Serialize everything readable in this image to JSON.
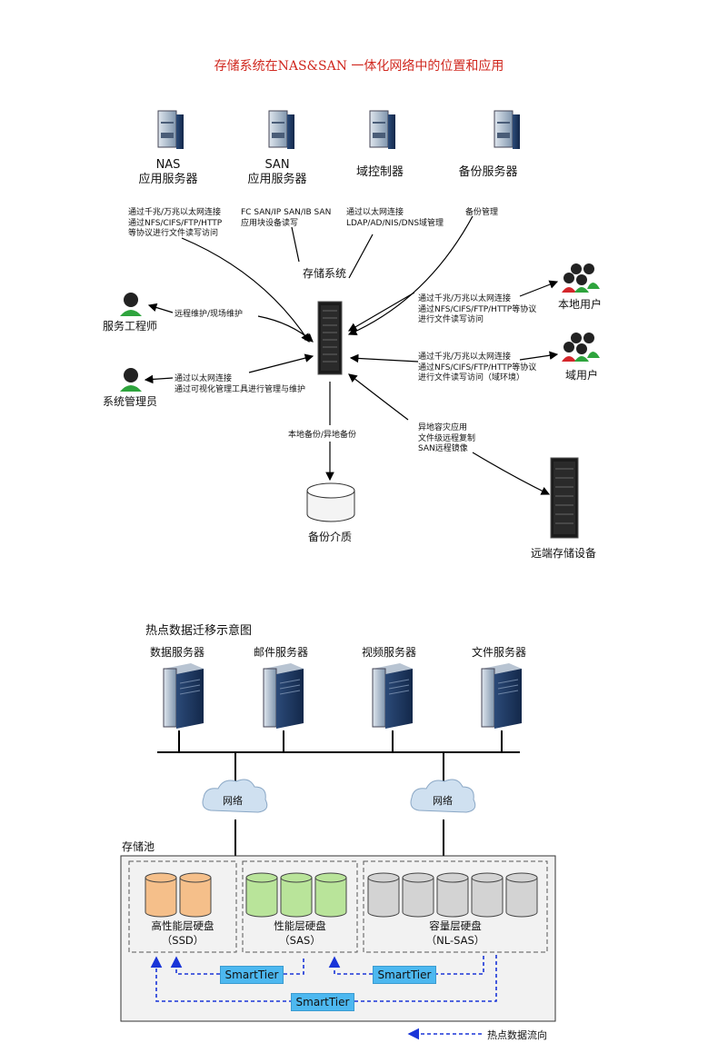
{
  "top": {
    "title": "存储系统在NAS&SAN 一体化网络中的位置和应用",
    "servers": [
      {
        "line1": "NAS",
        "line2": "应用服务器"
      },
      {
        "line1": "SAN",
        "line2": "应用服务器"
      },
      {
        "line1": "",
        "line2": "域控制器"
      },
      {
        "line1": "",
        "line2": "备份服务器"
      }
    ],
    "server_notes": [
      [
        "通过千兆/万兆以太网连接",
        "通过NFS/CIFS/FTP/HTTP",
        "等协议进行文件读写访问"
      ],
      [
        "FC SAN/IP SAN/IB SAN",
        "应用块设备读写"
      ],
      [
        "通过以太网连接",
        "LDAP/AD/NIS/DNS域管理"
      ],
      [
        "备份管理"
      ]
    ],
    "storage_label": "存储系统",
    "service_engineer": {
      "label": "服务工程师",
      "note": "远程维护/现场维护"
    },
    "sys_admin": {
      "label": "系统管理员",
      "note": [
        "通过以太网连接",
        "通过可视化管理工具进行管理与维护"
      ]
    },
    "local_user": {
      "label": "本地用户",
      "note": [
        "通过千兆/万兆以太网连接",
        "通过NFS/CIFS/FTP/HTTP等协议",
        "进行文件读写访问"
      ]
    },
    "domain_user": {
      "label": "域用户",
      "note": [
        "通过千兆/万兆以太网连接",
        "通过NFS/CIFS/FTP/HTTP等协议",
        "进行文件读写访问（域环境）"
      ]
    },
    "backup": {
      "label": "备份介质",
      "note": "本地备份/异地备份"
    },
    "remote": {
      "label": "远端存储设备",
      "note": [
        "异地容灾应用",
        "文件级远程复制",
        "SAN远程镜像"
      ]
    }
  },
  "bottom": {
    "title": "热点数据迁移示意图",
    "servers": [
      "数据服务器",
      "邮件服务器",
      "视频服务器",
      "文件服务器"
    ],
    "network_label": "网络",
    "pool_label": "存储池",
    "tiers": [
      {
        "line1": "高性能层硬盘",
        "line2": "（SSD）",
        "color": "#f5bf8a",
        "disks": 2
      },
      {
        "line1": "性能层硬盘",
        "line2": "（SAS）",
        "color": "#b9e49a",
        "disks": 3
      },
      {
        "line1": "容量层硬盘",
        "line2": "（NL-SAS）",
        "color": "#d3d3d3",
        "disks": 5
      }
    ],
    "smarttier": "SmartTier",
    "legend": "热点数据流向",
    "flow_color": "#1a35d8"
  }
}
